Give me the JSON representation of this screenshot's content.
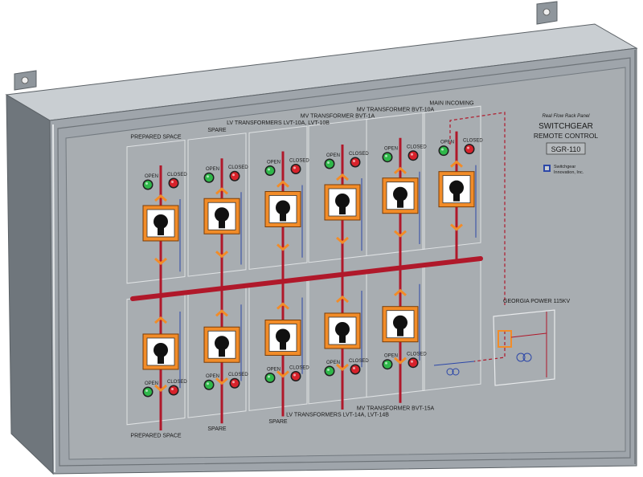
{
  "colors": {
    "enclosure": "#9fa5ab",
    "enclosure_dark": "#6f767c",
    "enclosure_light": "#c9ced2",
    "panel_face": "#a8adb1",
    "bus": "#b0182a",
    "breaker_frame": "#f28c28",
    "indicator_green": "#2fb84a",
    "indicator_red": "#d8222b",
    "line_blue": "#2c47a8"
  },
  "title_block": {
    "brand": "Real Flow Rack Panel",
    "line1": "SWITCHGEAR",
    "line2": "REMOTE CONTROL",
    "tag": "SGR-110",
    "maker_line1": "Switchgear",
    "maker_line2": "Innovation, Inc."
  },
  "upper_labels": [
    "PREPARED SPACE",
    "SPARE",
    "LV TRANSFORMERS LVT-10A, LVT-10B",
    "MV TRANSFORMER BVT-1A",
    "MV TRANSFORMER BVT-10A",
    "MAIN INCOMING"
  ],
  "lower_labels": [
    "PREPARED SPACE",
    "SPARE",
    "SPARE",
    "LV TRANSFORMERS LVT-14A, LVT-14B",
    "MV TRANSFORMER BVT-15A"
  ],
  "utility_label": "GEORGIA POWER 115KV",
  "indicator_text": {
    "open": "OPEN",
    "closed": "CLOSED"
  }
}
